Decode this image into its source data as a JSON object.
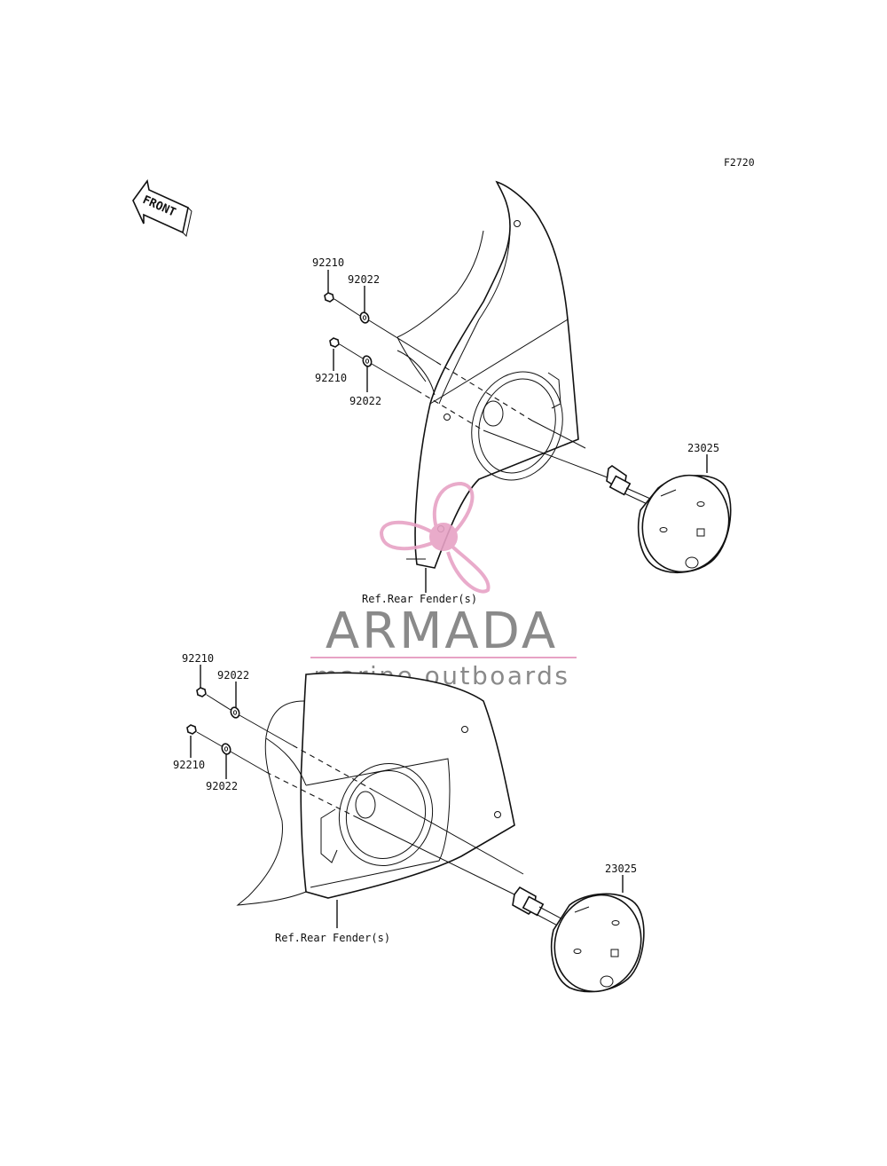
{
  "diagram": {
    "figure_code": "F2720",
    "front_label": "FRONT",
    "ref_label": "Ref.Rear Fender(s)",
    "assemblies": [
      {
        "id": "upper",
        "nut_1": "92210",
        "washer_1": "92022",
        "nut_2": "92210",
        "washer_2": "92022",
        "signal": "23025",
        "ref": "Ref.Rear Fender(s)"
      },
      {
        "id": "lower",
        "nut_1": "92210",
        "washer_1": "92022",
        "nut_2": "92210",
        "washer_2": "92022",
        "signal": "23025",
        "ref": "Ref.Rear Fender(s)"
      }
    ]
  },
  "watermark": {
    "brand": "ARMADA",
    "tagline": "marine outboards",
    "colors": {
      "text": "#8a8a8a",
      "propeller": "#e7a2c5"
    }
  }
}
